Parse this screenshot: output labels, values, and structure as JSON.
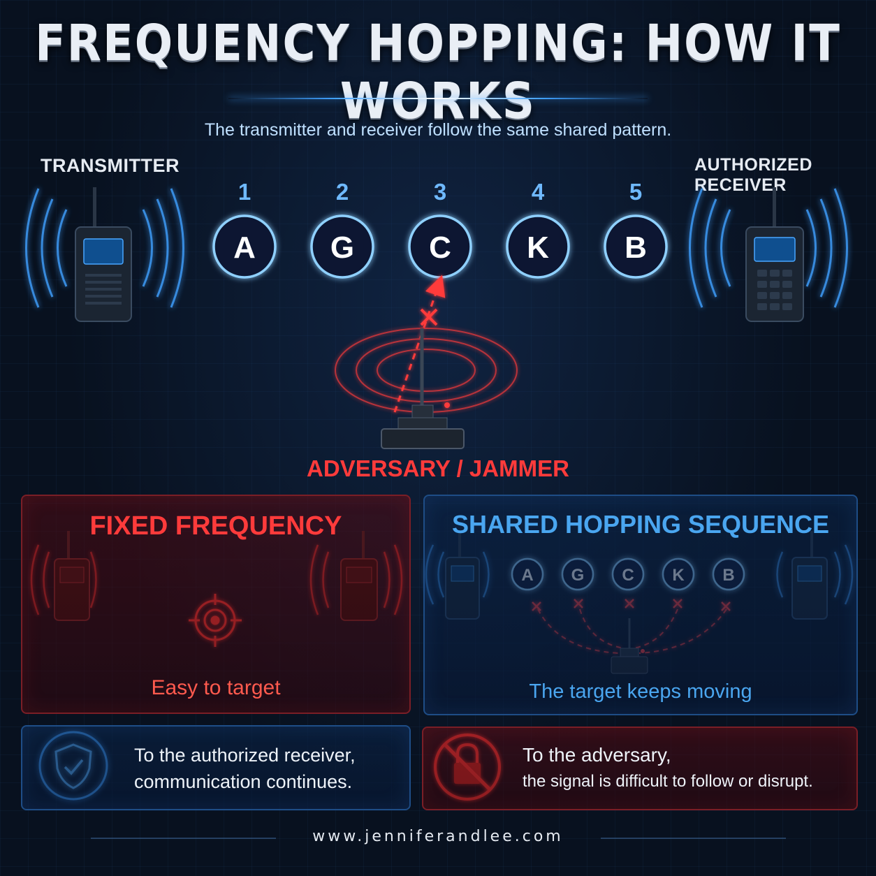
{
  "title": "FREQUENCY HOPPING: HOW IT WORKS",
  "subtitle": "The transmitter and receiver follow the same shared pattern.",
  "transmitter_label": "TRANSMITTER",
  "receiver_label": "AUTHORIZED RECEIVER",
  "adversary_label": "ADVERSARY / JAMMER",
  "hop_sequence": [
    {
      "step": "1",
      "channel": "A"
    },
    {
      "step": "2",
      "channel": "G"
    },
    {
      "step": "3",
      "channel": "C"
    },
    {
      "step": "4",
      "channel": "K"
    },
    {
      "step": "5",
      "channel": "B"
    }
  ],
  "fixed_panel": {
    "title": "FIXED FREQUENCY",
    "caption": "Easy to target"
  },
  "hopping_panel": {
    "title": "SHARED HOPPING SEQUENCE",
    "caption": "The target keeps moving",
    "channels": [
      "A",
      "G",
      "C",
      "K",
      "B"
    ]
  },
  "receiver_message": {
    "line1": "To the authorized receiver,",
    "line2": "communication continues."
  },
  "adversary_message": {
    "line1": "To the adversary,",
    "line2": "the signal is difficult to follow or disrupt."
  },
  "footer": "www.jenniferandlee.com",
  "colors": {
    "blue_accent": "#3fa0ff",
    "red_accent": "#ff3b3b",
    "background": "#08111f"
  },
  "icons": {
    "transmitter": "radio-icon",
    "receiver": "radio-keypad-icon",
    "jammer": "jammer-antenna-icon",
    "target": "crosshair-icon",
    "shield": "shield-check-icon",
    "lock": "lock-prohibited-icon"
  }
}
